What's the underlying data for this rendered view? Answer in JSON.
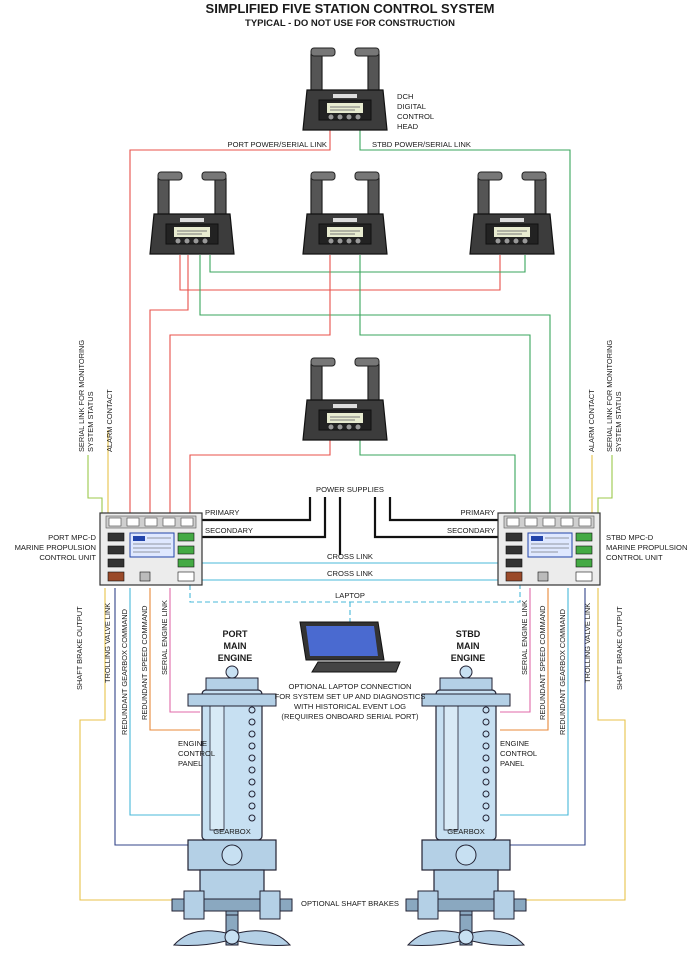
{
  "title": "SIMPLIFIED FIVE STATION CONTROL SYSTEM",
  "subtitle": "TYPICAL - DO NOT USE FOR CONSTRUCTION",
  "dch_label": [
    "DCH",
    "DIGITAL",
    "CONTROL",
    "HEAD"
  ],
  "links": {
    "port_power_serial": "PORT POWER/SERIAL LINK",
    "stbd_power_serial": "STBD POWER/SERIAL LINK",
    "power_supplies": "POWER SUPPLIES",
    "primary": "PRIMARY",
    "secondary": "SECONDARY",
    "cross_link": "CROSS LINK",
    "laptop": "LAPTOP"
  },
  "side_labels": {
    "serial_monitor": [
      "SERIAL LINK FOR MONITORING",
      "SYSTEM STATUS"
    ],
    "alarm_contact": "ALARM CONTACT"
  },
  "units": {
    "port": [
      "PORT MPC-D",
      "MARINE PROPULSION",
      "CONTROL UNIT"
    ],
    "stbd": [
      "STBD MPC-D",
      "MARINE PROPULSION",
      "CONTROL UNIT"
    ]
  },
  "cables": {
    "shaft_brake_output": "SHAFT BRAKE OUTPUT",
    "trolling_valve_link": "TROLLING VALVE LINK",
    "redundant_gearbox_command": "REDUNDANT GEARBOX COMMAND",
    "redundant_speed_command": "REDUNDANT SPEED COMMAND",
    "serial_engine_link": "SERIAL ENGINE LINK"
  },
  "engines": {
    "port": [
      "PORT",
      "MAIN",
      "ENGINE"
    ],
    "stbd": [
      "STBD",
      "MAIN",
      "ENGINE"
    ],
    "panel": [
      "ENGINE",
      "CONTROL",
      "PANEL"
    ],
    "gearbox": "GEARBOX"
  },
  "laptop_note": [
    "OPTIONAL LAPTOP CONNECTION",
    "FOR SYSTEM SET UP AND DIAGNOSTICS",
    "WITH HISTORICAL EVENT LOG",
    "(REQUIRES ONBOARD SERIAL PORT)"
  ],
  "shaft_brakes": "OPTIONAL SHAFT BRAKES",
  "wire_colors": {
    "port": "#e8504a",
    "stbd": "#3aa55c",
    "cross": "#48b8d8",
    "brake": "#e8c24a",
    "serial": "#e06aa8",
    "speed": "#e8883a",
    "gear": "#334488",
    "monitor": "#9cc84a"
  }
}
